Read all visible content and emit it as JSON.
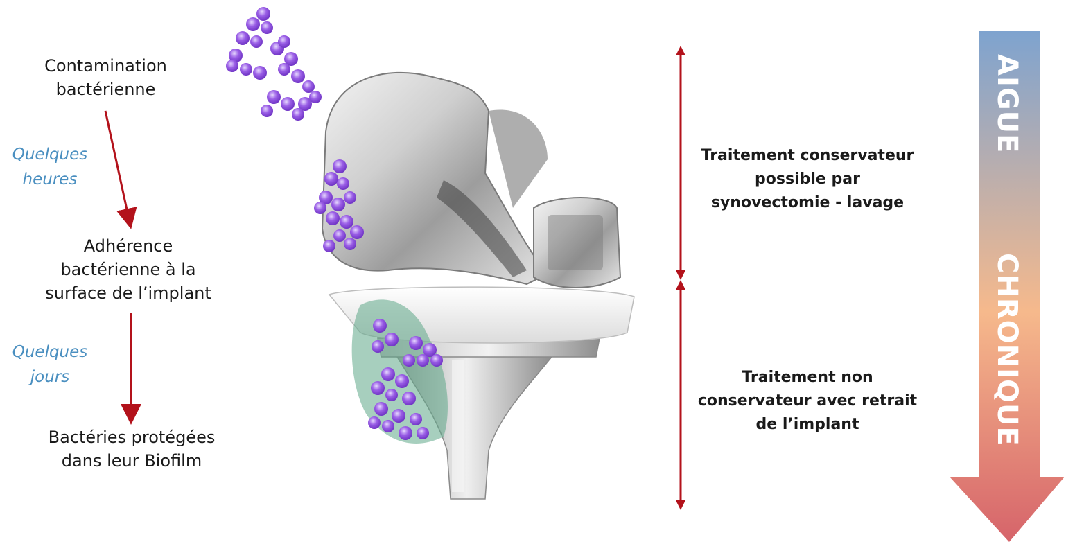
{
  "left_steps": {
    "contamination": [
      "Contamination",
      "bactérienne"
    ],
    "adhesion": [
      "Adhérence",
      "bactérienne à la",
      "surface de l’implant"
    ],
    "biofilm": [
      "Bactéries protégées",
      "dans leur Biofilm"
    ]
  },
  "durations": {
    "hours": [
      "Quelques",
      "heures"
    ],
    "days": [
      "Quelques",
      "jours"
    ]
  },
  "treatments": {
    "conservative": [
      "Traitement conservateur",
      "possible par",
      "synovectomie - lavage"
    ],
    "non_conservative": [
      "Traitement non",
      "conservateur avec retrait",
      "de l’implant"
    ]
  },
  "phase_arrow": {
    "acute": "AIGUE",
    "chronic": "CHRONIQUE"
  },
  "colors": {
    "arrow_red": "#b3121b",
    "duration_blue": "#4a8fc0",
    "acute_blue": "#7ea3cf",
    "chronic_orange": "#f6b98c",
    "chronic_red": "#d6646a",
    "bacteria_purple": "#8a4fd6",
    "biofilm_green": "#5fa888"
  },
  "illustration": {
    "subject": "knee-prosthesis-with-bacteria",
    "icons": [
      "bacteria-cluster-icon",
      "biofilm-icon",
      "femoral-component-icon",
      "tibial-component-icon"
    ]
  }
}
